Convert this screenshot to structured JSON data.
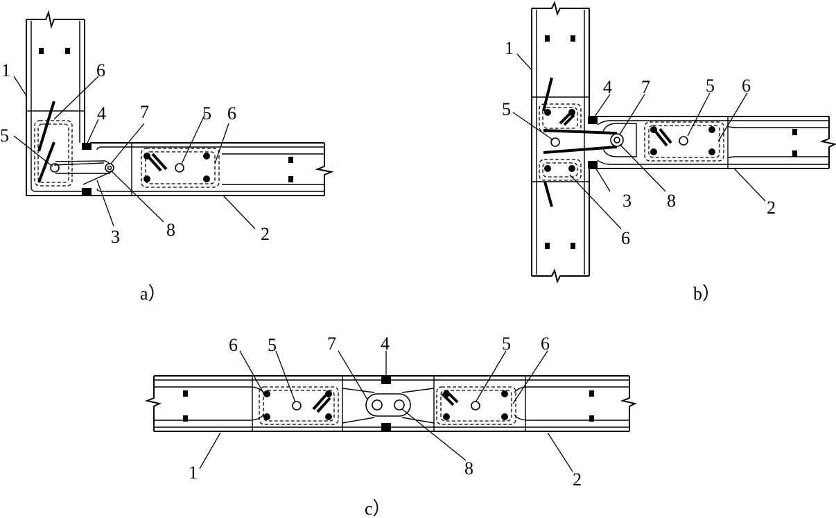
{
  "figure": {
    "panel_a": {
      "caption": "a）",
      "labels": {
        "l1": "1",
        "l2": "2",
        "l3": "3",
        "l4": "4",
        "l5a": "5",
        "l5b": "5",
        "l6a": "6",
        "l6b": "6",
        "l7": "7",
        "l8": "8"
      }
    },
    "panel_b": {
      "caption": "b）",
      "labels": {
        "l1": "1",
        "l2": "2",
        "l3": "3",
        "l4": "4",
        "l5a": "5",
        "l5b": "5",
        "l6a": "6",
        "l6b": "6",
        "l7": "7",
        "l8": "8"
      }
    },
    "panel_c": {
      "caption": "c）",
      "labels": {
        "l1": "1",
        "l2": "2",
        "l4": "4",
        "l5a": "5",
        "l5b": "5",
        "l6a": "6",
        "l6b": "6",
        "l7": "7",
        "l8": "8"
      }
    }
  }
}
